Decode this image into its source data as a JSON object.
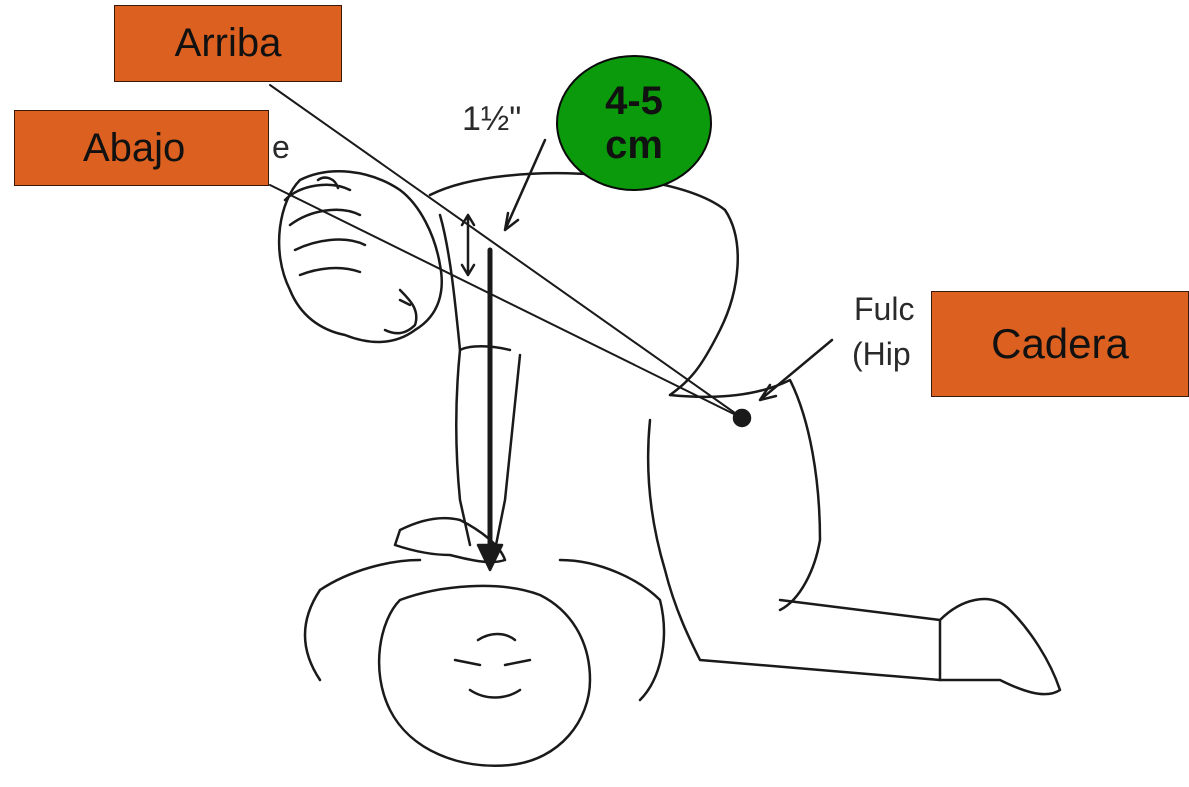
{
  "labels": {
    "top": "Arriba",
    "bottom": "Abajo",
    "hip": "Cadera",
    "depth_line1": "4-5",
    "depth_line2": "cm"
  },
  "original_text": {
    "depth_inches": "1½\"",
    "bottom_fragment": "e",
    "hip_line1": "Fulc",
    "hip_line2": "(Hip"
  },
  "colors": {
    "label_fill": "#dc6120",
    "bubble_fill": "#0b9a0b",
    "ink": "#111111"
  }
}
